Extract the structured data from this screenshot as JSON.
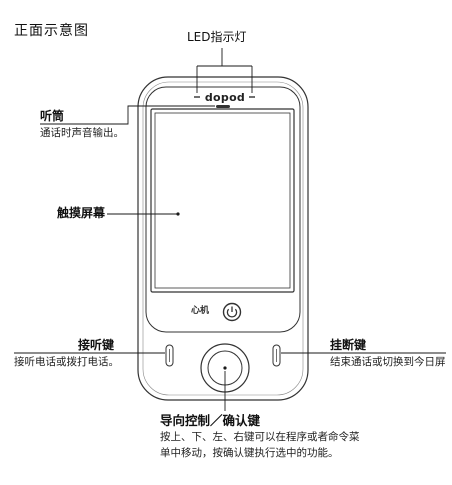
{
  "title": "正面示意图",
  "device": {
    "brand_logo": "dopod",
    "bottom_logo_text": "心机"
  },
  "labels": {
    "led": {
      "name": "LED指示灯"
    },
    "earpiece": {
      "name": "听筒",
      "desc": "通话时声音输出。"
    },
    "touchscreen": {
      "name": "触摸屏幕"
    },
    "talk_key": {
      "name": "接听键",
      "desc": "接听电话或拨打电话。"
    },
    "end_key": {
      "name": "挂断键",
      "desc": "结束通话或切换到今日屏"
    },
    "nav_key": {
      "name": "导向控制／确认键",
      "desc_lines": [
        "按上、下、左、右键可以在程序或者命令菜",
        "单中移动，按确认键执行选中的功能。"
      ]
    }
  },
  "colors": {
    "line": "#1a1a1a",
    "outline": "#333333"
  }
}
